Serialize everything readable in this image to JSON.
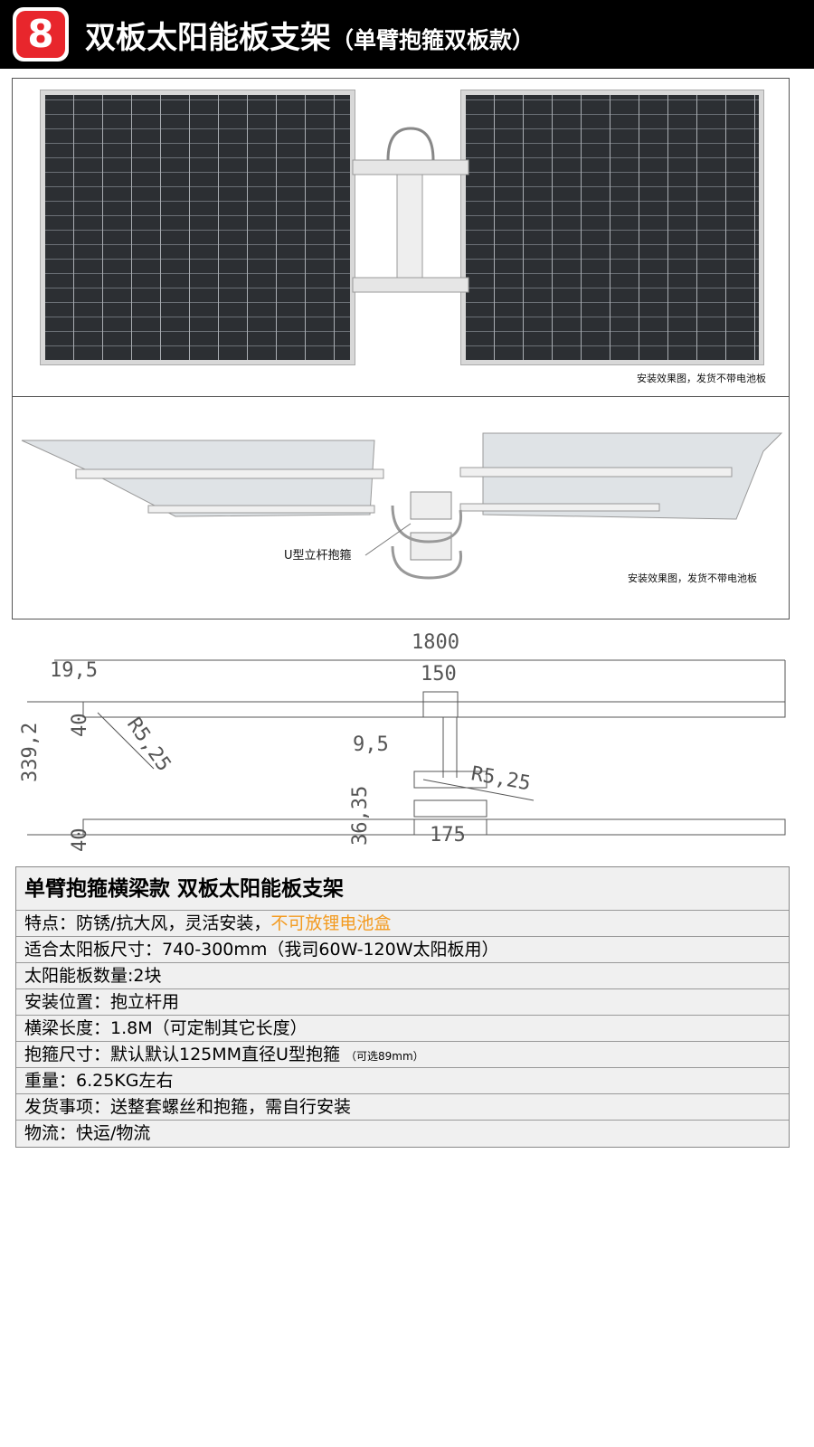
{
  "header": {
    "number": "8",
    "title": "双板太阳能板支架",
    "subtitle": "（单臂抱箍双板款）"
  },
  "photo1": {
    "caption": "安装效果图，发货不带电池板"
  },
  "photo2": {
    "caption": "安装效果图，发货不带电池板",
    "callout": "U型立杆抱箍"
  },
  "drawing": {
    "dims": [
      "1800",
      "150",
      "19,5",
      "R5,25",
      "40",
      "339,2",
      "9,5",
      "R5,25",
      "36,35",
      "175",
      "40"
    ]
  },
  "spec": {
    "title": "单臂抱箍横梁款  双板太阳能板支架",
    "features_label": "特点：防锈/抗大风，灵活安装，",
    "features_warning": "不可放锂电池盒",
    "rows": [
      "适合太阳板尺寸：740-300mm（我司60W-120W太阳板用）",
      "太阳能板数量:2块",
      "安装位置：抱立杆用",
      "横梁长度：1.8M（可定制其它长度）"
    ],
    "clamp_label": "抱箍尺寸：默认默认125MM直径U型抱箍",
    "clamp_note": "（可选89mm）",
    "rows2": [
      "重量：6.25KG左右",
      "发货事项：送整套螺丝和抱箍，需自行安装",
      "物流：快运/物流"
    ]
  },
  "colors": {
    "accent": "#e8262c",
    "warning": "#f39a1f"
  }
}
